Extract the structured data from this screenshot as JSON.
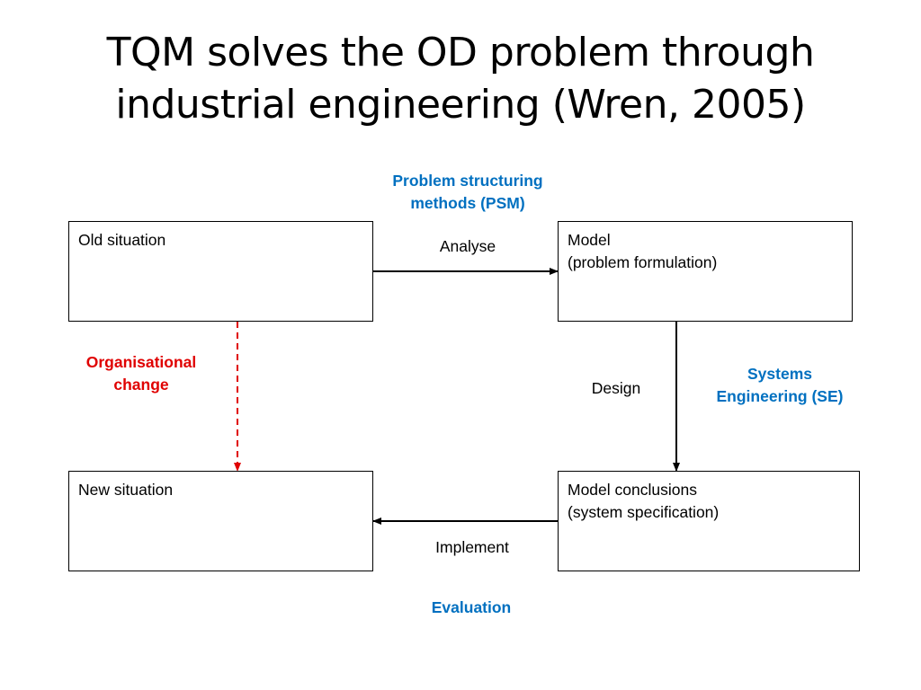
{
  "slide": {
    "title_line1": "TQM solves the OD problem through",
    "title_line2": "industrial engineering (Wren, 2005)"
  },
  "boxes": {
    "old_situation": "Old situation",
    "model_line1": "Model",
    "model_line2": "(problem formulation)",
    "new_situation": "New situation",
    "conclusions_line1": "Model conclusions",
    "conclusions_line2": "(system specification)"
  },
  "arrows": {
    "analyse": "Analyse",
    "design": "Design",
    "implement": "Implement"
  },
  "annotations": {
    "psm_line1": "Problem structuring",
    "psm_line2": "methods (PSM)",
    "org_line1": "Organisational",
    "org_line2": "change",
    "se_line1": "Systems",
    "se_line2": "Engineering (SE)",
    "evaluation": "Evaluation"
  },
  "colors": {
    "blue_annotation": "#0070c0",
    "red_annotation": "#e00000",
    "dashed_arrow": "#e00000"
  }
}
